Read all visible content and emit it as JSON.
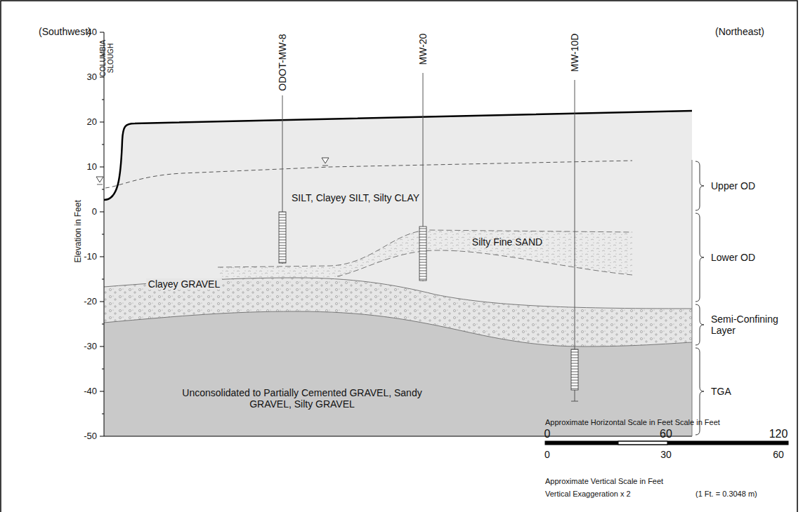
{
  "diagram": {
    "labels": [
      "(Southwest)",
      "(Northeast)",
      "40",
      "30",
      "20",
      "10",
      "0",
      "-10",
      "-20",
      "-30",
      "-40",
      "-50",
      "Elevation in Feet",
      "COLUMBIA SLOUGH",
      "ODOT-MW-8",
      "MW-20",
      "MW-10D",
      "SILT, Clayey SILT, Silty CLAY",
      "Silty Fine SAND",
      "Clayey GRAVEL",
      "Unconsolidated to Partially Cemented GRAVEL, Sandy GRAVEL, Silty GRAVEL",
      "Upper OD",
      "Lower OD",
      "Semi-Confining Layer",
      "TGA",
      "Approximate Horizontal Scale in Feet Scale in Feet",
      "0",
      "60",
      "120",
      "0",
      "30",
      "60",
      "Approximate Vertical Scale in Feet",
      "Vertical Exaggeration x 2",
      "(1 Ft. = 0.3048 m)"
    ]
  }
}
